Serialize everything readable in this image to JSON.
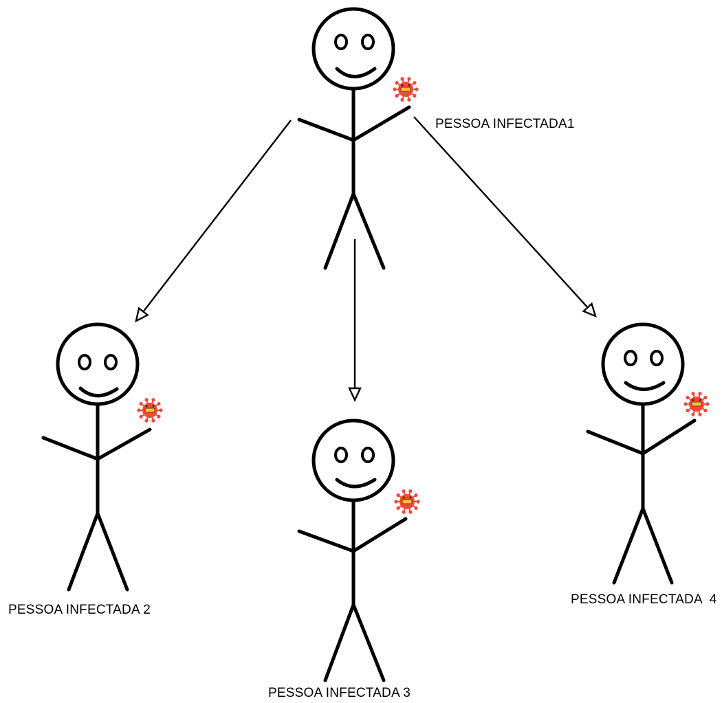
{
  "colors": {
    "stroke": "#000000",
    "virus_body": "#ee4a3a",
    "virus_mouth": "#f2c530"
  },
  "icons": {
    "person": "stick-figure-icon",
    "virus": "virus-icon"
  },
  "people": [
    {
      "label": "PESSOA INFECTADA1"
    },
    {
      "label": "PESSOA INFECTADA 2"
    },
    {
      "label": "PESSOA INFECTADA 3"
    },
    {
      "label": "PESSOA INFECTADA  4"
    }
  ],
  "connections": [
    {
      "from": "PESSOA INFECTADA1",
      "to": "PESSOA INFECTADA 2"
    },
    {
      "from": "PESSOA INFECTADA1",
      "to": "PESSOA INFECTADA 3"
    },
    {
      "from": "PESSOA INFECTADA1",
      "to": "PESSOA INFECTADA  4"
    }
  ]
}
